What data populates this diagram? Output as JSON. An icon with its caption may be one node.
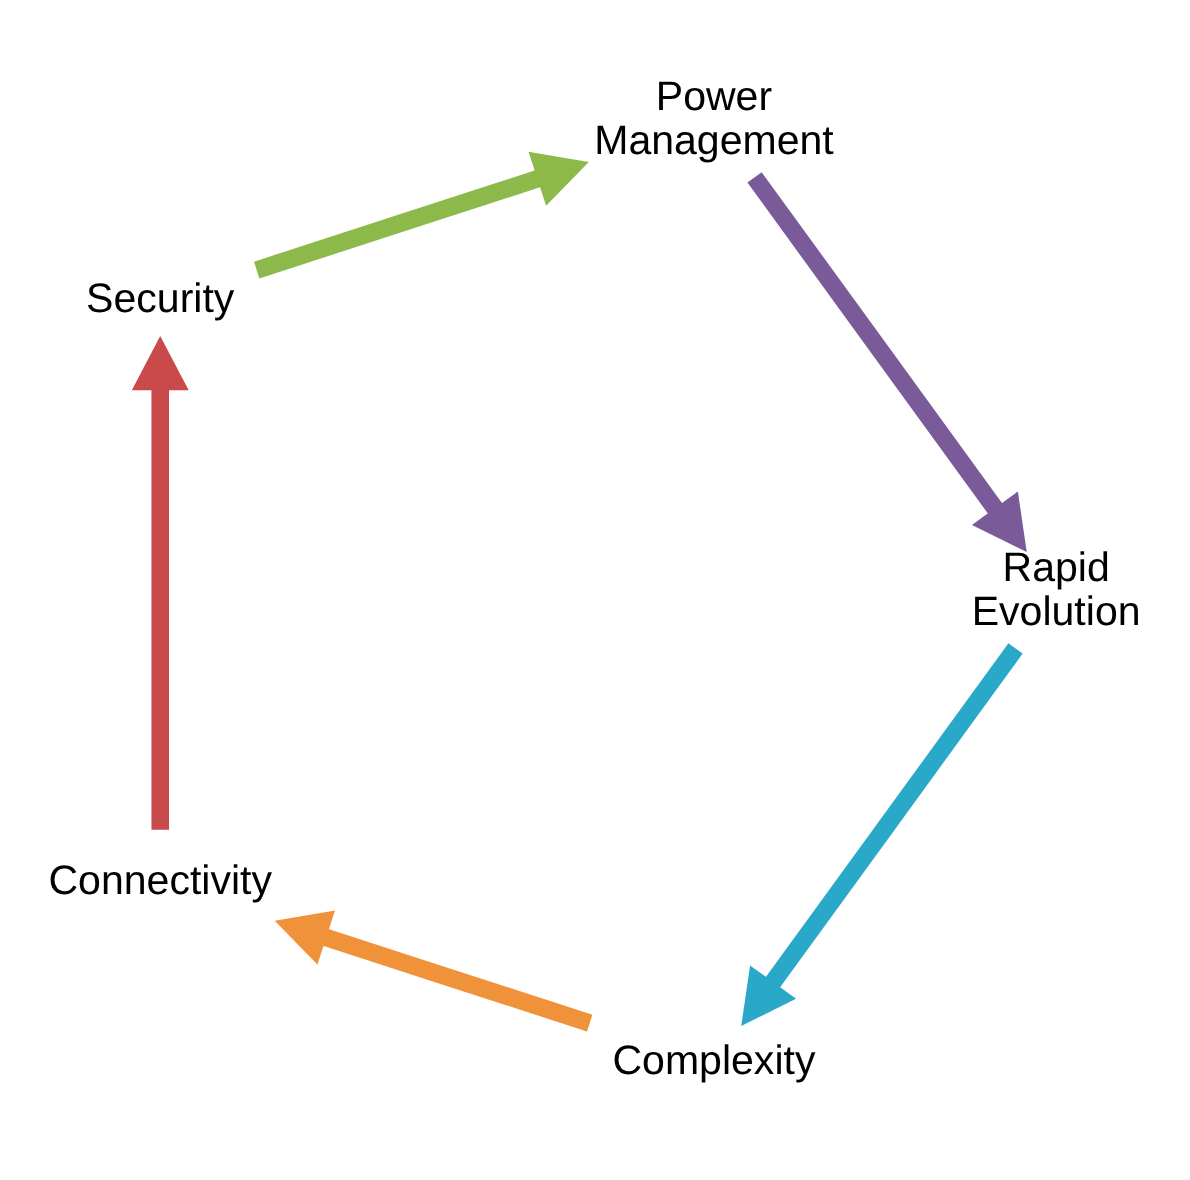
{
  "diagram": {
    "nodes": [
      {
        "text": [
          "Complexity"
        ]
      },
      {
        "text": [
          "Connectivity"
        ]
      },
      {
        "text": [
          "Security"
        ]
      },
      {
        "text": [
          "Power Management"
        ]
      },
      {
        "text": [
          "Rapid Evolution"
        ]
      }
    ],
    "edges": [
      {
        "from": 0,
        "to": 1,
        "arrow": "to",
        "color": "#f0923a"
      },
      {
        "from": 1,
        "to": 2,
        "arrow": "to",
        "color": "#c94a4a"
      },
      {
        "from": 2,
        "to": 3,
        "arrow": "to",
        "color": "#8db84a"
      },
      {
        "from": 3,
        "to": 4,
        "arrow": "to",
        "color": "#7a5a98"
      },
      {
        "from": 4,
        "to": 0,
        "arrow": "to",
        "color": "#2aa8c8"
      }
    ]
  }
}
